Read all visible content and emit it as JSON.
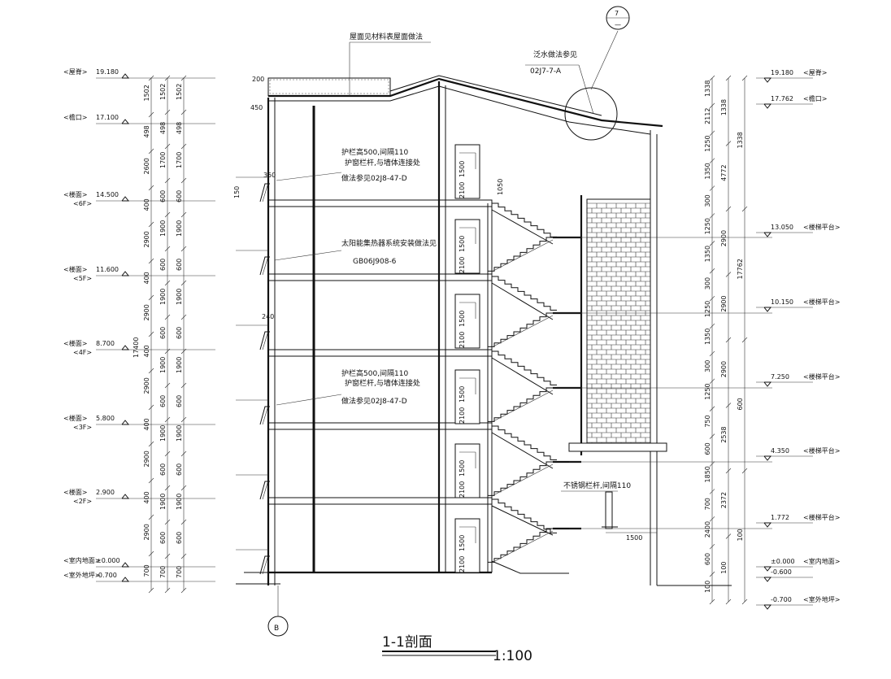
{
  "left_elevations": [
    {
      "value": "19.180",
      "name": "<屋脊>"
    },
    {
      "value": "17.100",
      "name": "<檐口>"
    },
    {
      "value": "14.500",
      "name": "<楼面>",
      "floor": "<6F>"
    },
    {
      "value": "11.600",
      "name": "<楼面>",
      "floor": "<5F>"
    },
    {
      "value": "8.700",
      "name": "<楼面>",
      "floor": "<4F>"
    },
    {
      "value": "5.800",
      "name": "<楼面>",
      "floor": "<3F>"
    },
    {
      "value": "2.900",
      "name": "<楼面>",
      "floor": "<2F>"
    },
    {
      "value": "±0.000",
      "name": "<室内地面>"
    },
    {
      "value": "-0.700",
      "name": "<室外地坪>"
    }
  ],
  "right_elevations": [
    {
      "value": "19.180",
      "name": "<屋脊>"
    },
    {
      "value": "17.762",
      "name": "<檐口>"
    },
    {
      "value": "13.050",
      "name": "<楼梯平台>"
    },
    {
      "value": "10.150",
      "name": "<楼梯平台>"
    },
    {
      "value": "7.250",
      "name": "<楼梯平台>"
    },
    {
      "value": "4.350",
      "name": "<楼梯平台>"
    },
    {
      "value": "1.772",
      "name": "<楼梯平台>"
    },
    {
      "value": "±0.000",
      "name": "<室内地面>"
    },
    {
      "value": "-0.600",
      "name": ""
    },
    {
      "value": "-0.700",
      "name": "<室外地坪>"
    }
  ],
  "left_dims_col1": [
    "1502",
    "498",
    "2600",
    "400",
    "2900",
    "400",
    "2900",
    "400",
    "2900",
    "400",
    "2900",
    "400",
    "2900",
    "700"
  ],
  "left_dims_col2": [
    "1502",
    "498",
    "1700",
    "600",
    "1900",
    "600",
    "1900",
    "600",
    "1900",
    "600",
    "1900",
    "600",
    "1900",
    "600",
    "700"
  ],
  "left_dims_col3": [
    "1502",
    "498",
    "1700",
    "600",
    "1900",
    "600",
    "1900",
    "600",
    "1900",
    "600",
    "1900",
    "600",
    "1900",
    "600",
    "700"
  ],
  "left_total": "17400",
  "right_dims_col1": [
    "1338",
    "2112",
    "1250",
    "1350",
    "300",
    "1250",
    "1350",
    "300",
    "1250",
    "1350",
    "300",
    "1250",
    "750",
    "600",
    "1850",
    "700",
    "2400",
    "600",
    "100"
  ],
  "right_dims_col2": [
    "1338",
    "4772",
    "2900",
    "2900",
    "2900",
    "2538",
    "2372",
    "100"
  ],
  "right_dims_col3": [
    "1338",
    "17762",
    "600",
    "100"
  ],
  "annotations": {
    "roof_material": "屋面见材料表屋面做法",
    "flashing_1": "泛水做法参见",
    "flashing_2": "02J7-7-A",
    "guard_a1": "护栏高500,间隔110",
    "guard_a2": "护窗栏杆,与墙体连接处",
    "guard_a3": "做法参见02J8-47-D",
    "solar_1": "太阳能集热器系统安装做法见",
    "solar_2": "GB06J908-6",
    "guard_b1": "护栏高500,间隔110",
    "guard_b2": "护窗栏杆,与墙体连接处",
    "guard_b3": "做法参见02J8-47-D",
    "steel_rail": "不锈钢栏杆,间隔110",
    "dim_1500": "1500",
    "dim_1050": "1050",
    "dim_200": "200",
    "dim_450": "450",
    "dim_350": "350",
    "dim_240": "240",
    "dim_150": "150",
    "door_1500": "1500",
    "door_2100": "2100"
  },
  "detail_circle": {
    "num": "7",
    "sheet": "—"
  },
  "axis_label": "B",
  "section_title": "1-1剖面",
  "scale": "1:100"
}
